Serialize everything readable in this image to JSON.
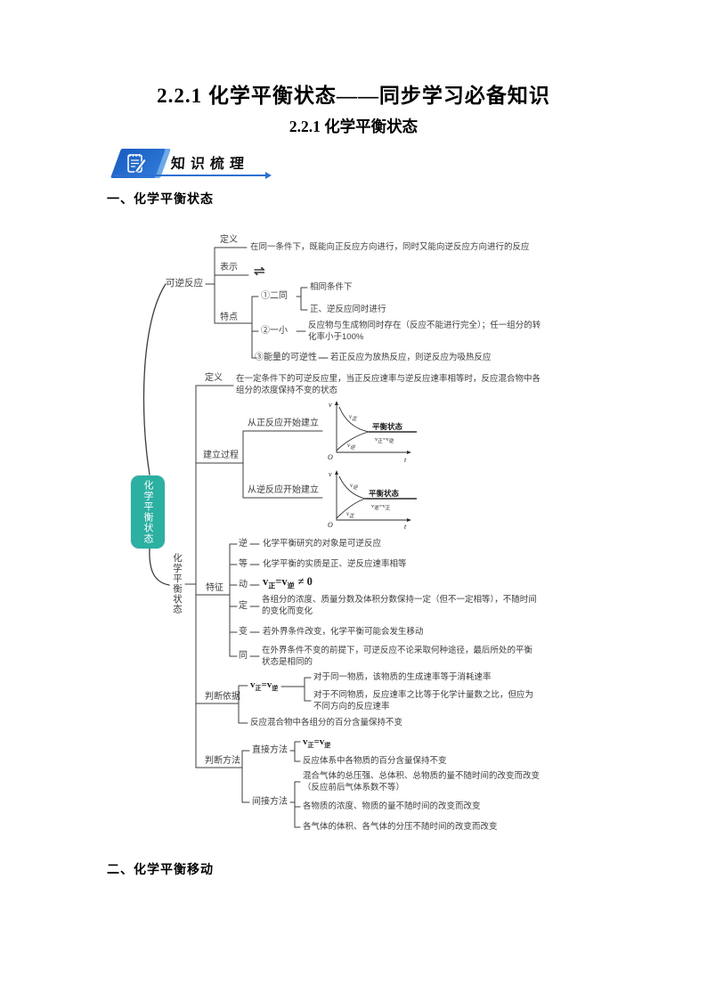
{
  "titles": {
    "main": "2.2.1 化学平衡状态——同步学习必备知识",
    "sub": "2.2.1 化学平衡状态",
    "badge": "知识梳理",
    "section1": "一、化学平衡状态",
    "section2": "二、化学平衡移动"
  },
  "sym": {
    "v": "v",
    "zheng": "正",
    "ni": "逆",
    "eq": "=",
    "neq": "≠ 0",
    "harpoons": "⇌"
  },
  "root": {
    "label": "化学平衡状态"
  },
  "rev": {
    "label": "可逆反应",
    "def_label": "定义",
    "def_text": "在同一条件下，既能向正反应方向进行，同时又能向逆反应方向进行的反应",
    "repr_label": "表示",
    "feat_label": "特点",
    "f1": {
      "label": "①二同",
      "a": "相同条件下",
      "b": "正、逆反应同时进行"
    },
    "f2": {
      "label": "②一小",
      "text": "反应物与生成物同时存在（反应不能进行完全）；任一组分的转化率小于100%"
    },
    "f3": {
      "label": "③能量的可逆性",
      "text": "若正反应为放热反应，则逆反应为吸热反应"
    }
  },
  "eqs": {
    "label": "化学平衡状态",
    "def_label": "定义",
    "def_text": "在一定条件下的可逆反应里，当正反应速率与逆反应速率相等时，反应混合物中各组分的浓度保持不变的状态",
    "establish_label": "建立过程",
    "from_forward": "从正反应开始建立",
    "from_reverse": "从逆反应开始建立",
    "features_label": "特征",
    "features": [
      {
        "key": "逆",
        "text": "化学平衡研究的对象是可逆反应"
      },
      {
        "key": "等",
        "text": "化学平衡的实质是正、逆反应速率相等"
      },
      {
        "key": "动",
        "text": "v正=v逆 ≠ 0"
      },
      {
        "key": "定",
        "text": "各组分的浓度、质量分数及体积分数保持一定（但不一定相等），不随时间的变化而变化"
      },
      {
        "key": "变",
        "text": "若外界条件改变，化学平衡可能会发生移动"
      },
      {
        "key": "同",
        "text": "在外界条件不变的前提下，可逆反应不论采取何种途径，最后所处的平衡状态是相同的"
      }
    ],
    "judge_basis": {
      "label": "判断依据",
      "same": "对于同一物质，该物质的生成速率等于消耗速率",
      "diff": "对于不同物质，反应速率之比等于化学计量数之比，但应为不同方向的反应速率",
      "percent": "反应混合物中各组分的百分含量保持不变"
    },
    "judge_method": {
      "label": "判断方法",
      "direct_label": "直接方法",
      "direct_percent": "反应体系中各物质的百分含量保持不变",
      "indirect_label": "间接方法",
      "indirect": [
        "混合气体的总压强、总体积、总物质的量不随时间的改变而改变（反应前后气体系数不等）",
        "各物质的浓度、物质的量不随时间的改变而改变",
        "各气体的体积、各气体的分压不随时间的改变而改变"
      ]
    }
  },
  "graph": {
    "axis_v": "v",
    "axis_t": "t",
    "origin": "O",
    "state": "平衡状态"
  },
  "colors": {
    "root_bg": "#2bb0a2",
    "map_line": "#3c3c3c",
    "map_text": "#3c3c3c",
    "badge_dark": "#1b5fc4",
    "badge_light": "#6ea9e8",
    "underline_blue": "#2e6fd0"
  }
}
